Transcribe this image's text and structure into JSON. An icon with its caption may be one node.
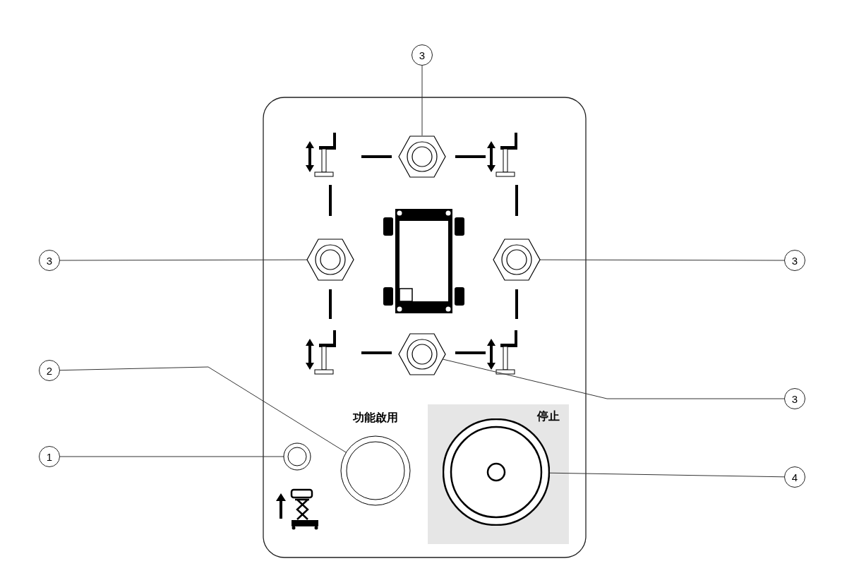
{
  "diagram": {
    "nodes": [
      {
        "text": [
          "3"
        ]
      },
      {
        "text": [
          "3"
        ]
      },
      {
        "text": [
          "3"
        ]
      },
      {
        "text": [
          "2"
        ]
      },
      {
        "text": [
          "3"
        ]
      },
      {
        "text": [
          "1"
        ]
      },
      {
        "text": [
          "4"
        ]
      },
      {
        "text": [],
        "shape": "hexagon"
      },
      {
        "text": [],
        "shape": "hexagon"
      },
      {
        "text": [],
        "shape": "hexagon"
      },
      {
        "text": [],
        "shape": "hexagon"
      },
      {
        "text": [],
        "shape": "circle"
      },
      {
        "text": [],
        "shape": "circle",
        "beside": [
          "功能啟用"
        ]
      },
      {
        "text": [],
        "shape": "circle",
        "beside": [
          "停止"
        ]
      }
    ],
    "edges": [
      {
        "from": 0,
        "to": 7,
        "arrow": "none"
      },
      {
        "from": 1,
        "to": 8,
        "arrow": "none"
      },
      {
        "from": 2,
        "to": 9,
        "arrow": "none"
      },
      {
        "from": 4,
        "to": 10,
        "arrow": "none"
      },
      {
        "from": 3,
        "to": 12,
        "arrow": "none"
      },
      {
        "from": 5,
        "to": 11,
        "arrow": "none"
      },
      {
        "from": 6,
        "to": 13,
        "arrow": "none"
      }
    ]
  }
}
